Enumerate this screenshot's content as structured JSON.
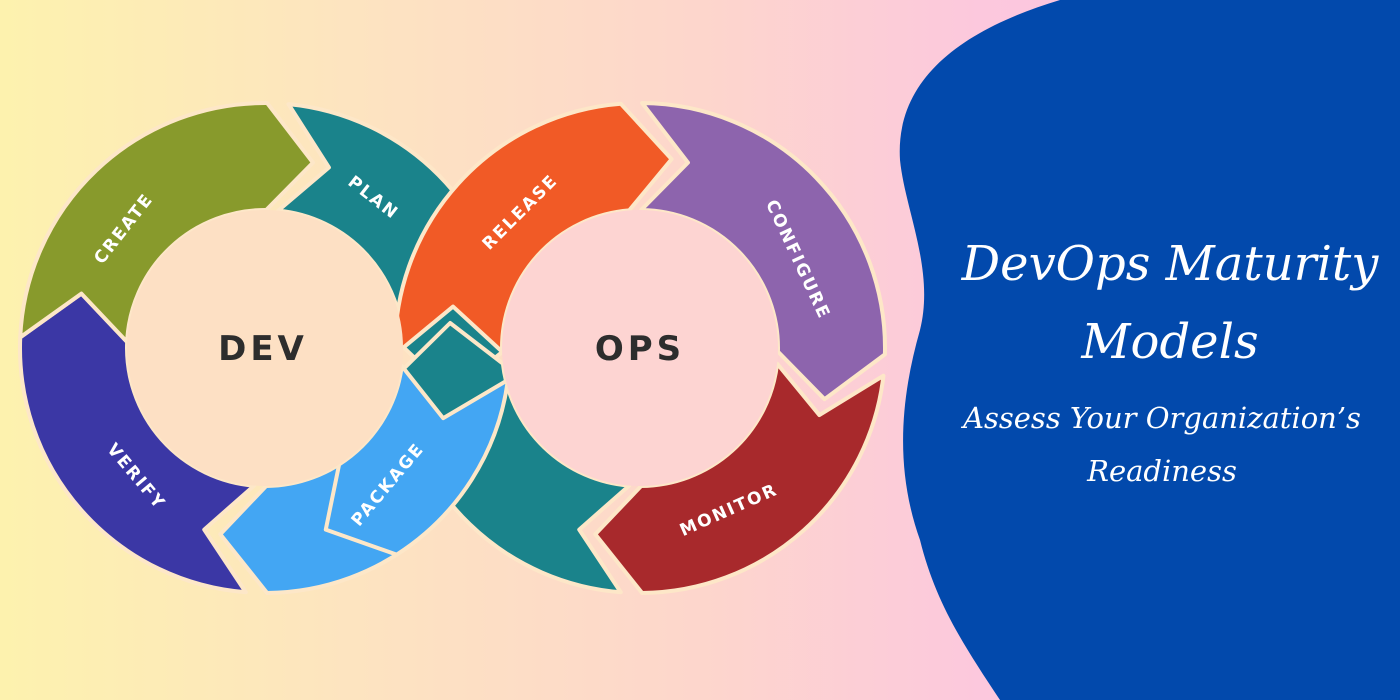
{
  "diagram": {
    "dev_label": "DEV",
    "ops_label": "OPS",
    "segments": [
      {
        "id": "create",
        "label": "CREATE",
        "color": "#889a2c"
      },
      {
        "id": "plan",
        "label": "PLAN",
        "color": "#1a838b"
      },
      {
        "id": "verify",
        "label": "VERIFY",
        "color": "#3b37a5"
      },
      {
        "id": "package",
        "label": "PACKAGE",
        "color": "#43a6f3"
      },
      {
        "id": "release",
        "label": "RELEASE",
        "color": "#f15a26"
      },
      {
        "id": "configure",
        "label": "CONFIGURE",
        "color": "#8d64ad"
      },
      {
        "id": "monitor",
        "label": "MONITOR",
        "color": "#a8292c"
      },
      {
        "id": "ops-link",
        "label": "",
        "color": "#1a838b"
      }
    ],
    "hub_color": "#fde0c4",
    "hub_color_ops": "#fdd4d2"
  },
  "panel": {
    "title_line1": "DevOps Maturity",
    "title_line2": "Models",
    "subtitle_line1": "Assess Your Organization’s",
    "subtitle_line2": "Readiness",
    "color": "#0249ac"
  }
}
